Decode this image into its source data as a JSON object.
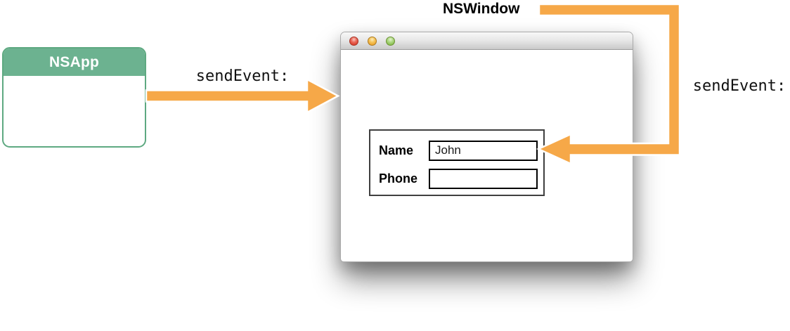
{
  "colors": {
    "arrow_orange": "#F6A848",
    "nsapp_green": "#6CB290",
    "nsapp_green_border": "#5EA981"
  },
  "nsapp_box": {
    "title": "NSApp"
  },
  "labels": {
    "send_event_left": "sendEvent:",
    "send_event_right": "sendEvent:",
    "nswindow": "NSWindow"
  },
  "window": {
    "traffic_lights": [
      {
        "name": "close"
      },
      {
        "name": "minimize"
      },
      {
        "name": "zoom"
      }
    ],
    "form": {
      "fields": [
        {
          "label": "Name",
          "value": "John"
        },
        {
          "label": "Phone",
          "value": ""
        }
      ]
    }
  }
}
